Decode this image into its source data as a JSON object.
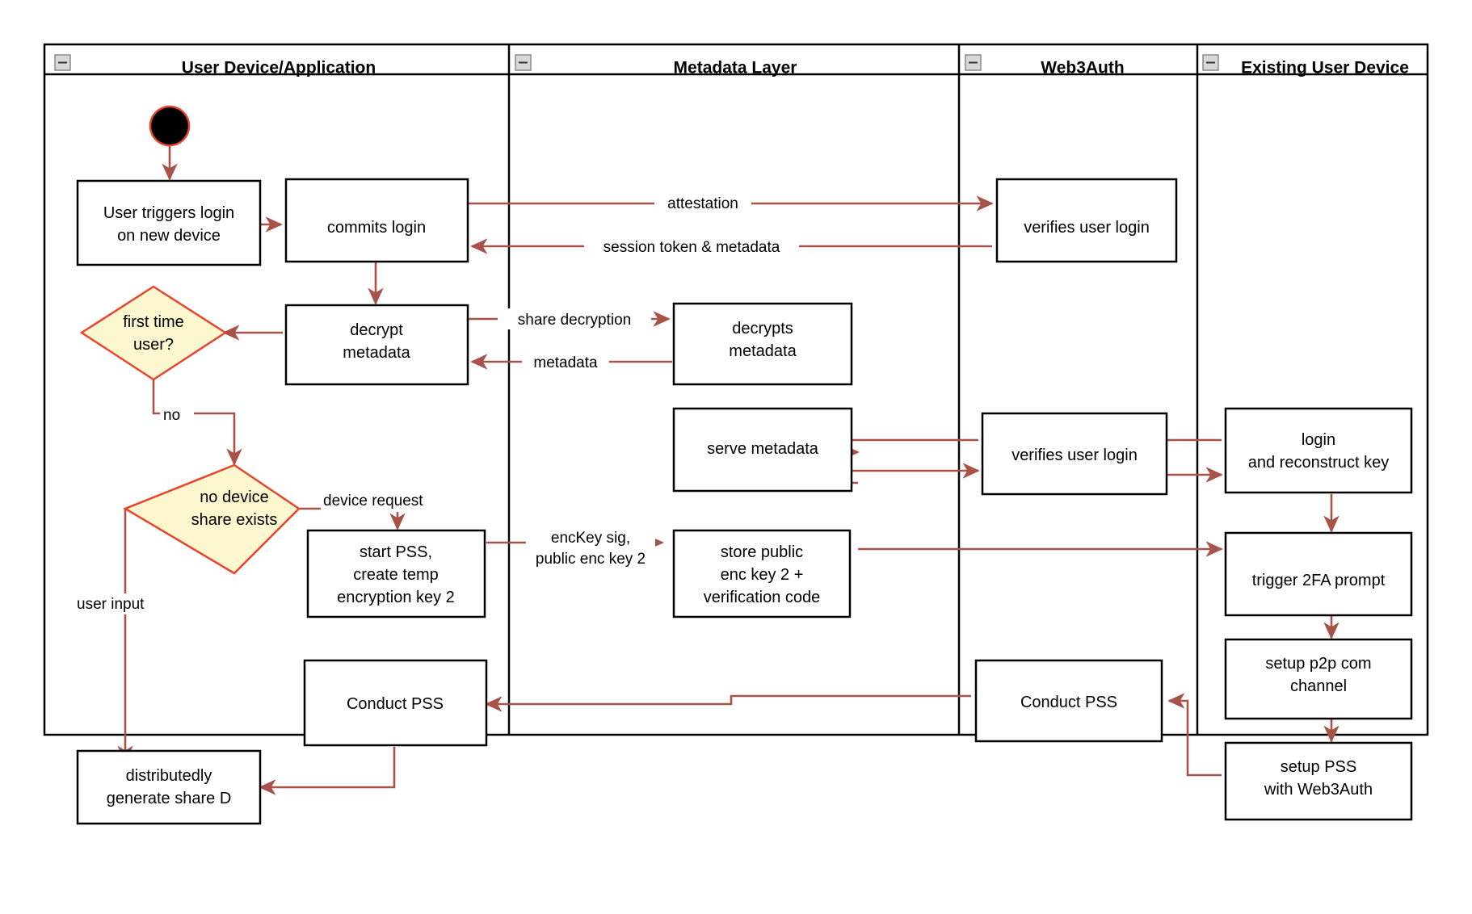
{
  "diagram": {
    "type": "swimlane-activity-diagram",
    "lanes": [
      {
        "id": "user-device",
        "title": "User Device/Application",
        "collapse_icon": "minus-icon"
      },
      {
        "id": "metadata-layer",
        "title": "Metadata Layer",
        "collapse_icon": "minus-icon"
      },
      {
        "id": "web3auth",
        "title": "Web3Auth",
        "collapse_icon": "minus-icon"
      },
      {
        "id": "existing-user-device",
        "title": "Existing User Device",
        "collapse_icon": "minus-icon"
      }
    ],
    "nodes": [
      {
        "id": "start",
        "lane": "user-device",
        "shape": "start-circle",
        "label": ""
      },
      {
        "id": "user-triggers-login",
        "lane": "user-device",
        "shape": "rect",
        "lines": [
          "User triggers login",
          "on new device"
        ]
      },
      {
        "id": "commits-login",
        "lane": "user-device",
        "shape": "rect",
        "lines": [
          "commits login"
        ]
      },
      {
        "id": "decrypt-metadata",
        "lane": "user-device",
        "shape": "rect",
        "lines": [
          "decrypt",
          "metadata"
        ]
      },
      {
        "id": "first-time-user",
        "lane": "user-device",
        "shape": "diamond",
        "lines": [
          "first time",
          "user?"
        ]
      },
      {
        "id": "no-device-share-exists",
        "lane": "user-device",
        "shape": "diamond",
        "lines": [
          "no device",
          "share exists"
        ]
      },
      {
        "id": "start-pss",
        "lane": "user-device",
        "shape": "rect",
        "lines": [
          "start PSS,",
          "create temp",
          "encryption key 2"
        ]
      },
      {
        "id": "conduct-pss-user",
        "lane": "user-device",
        "shape": "rect",
        "lines": [
          "Conduct PSS"
        ]
      },
      {
        "id": "distributedly-generate-share-d",
        "lane": "user-device",
        "shape": "rect",
        "lines": [
          "distributedly",
          "generate share D"
        ]
      },
      {
        "id": "decrypts-metadata",
        "lane": "metadata-layer",
        "shape": "rect",
        "lines": [
          "decrypts",
          "metadata"
        ]
      },
      {
        "id": "serve-metadata",
        "lane": "metadata-layer",
        "shape": "rect",
        "lines": [
          "serve metadata"
        ]
      },
      {
        "id": "store-public-enc-key",
        "lane": "metadata-layer",
        "shape": "rect",
        "lines": [
          "store public",
          "enc key 2 +",
          "verification code"
        ]
      },
      {
        "id": "verifies-user-login-1",
        "lane": "web3auth",
        "shape": "rect",
        "lines": [
          "verifies user login"
        ]
      },
      {
        "id": "verifies-user-login-2",
        "lane": "web3auth",
        "shape": "rect",
        "lines": [
          "verifies user login"
        ]
      },
      {
        "id": "conduct-pss-web3auth",
        "lane": "web3auth",
        "shape": "rect",
        "lines": [
          "Conduct PSS"
        ]
      },
      {
        "id": "login-reconstruct-key",
        "lane": "existing-user-device",
        "shape": "rect",
        "lines": [
          "login",
          "and reconstruct key"
        ]
      },
      {
        "id": "trigger-2fa-prompt",
        "lane": "existing-user-device",
        "shape": "rect",
        "lines": [
          "trigger 2FA prompt"
        ]
      },
      {
        "id": "setup-p2p-com-channel",
        "lane": "existing-user-device",
        "shape": "rect",
        "lines": [
          "setup p2p com",
          "channel"
        ]
      },
      {
        "id": "setup-pss-with-web3auth",
        "lane": "existing-user-device",
        "shape": "rect",
        "lines": [
          "setup PSS",
          "with Web3Auth"
        ]
      }
    ],
    "edge_labels": [
      {
        "id": "attestation",
        "text": "attestation"
      },
      {
        "id": "session-token-metadata",
        "text": "session token & metadata"
      },
      {
        "id": "share-decryption",
        "text": "share decryption"
      },
      {
        "id": "metadata",
        "text": "metadata"
      },
      {
        "id": "no",
        "text": "no"
      },
      {
        "id": "device-request",
        "text": "device request"
      },
      {
        "id": "user-input",
        "text": "user input"
      },
      {
        "id": "enckey-sig-line1",
        "text": "encKey sig,"
      },
      {
        "id": "enckey-sig-line2",
        "text": "public enc key 2"
      }
    ],
    "colors": {
      "flow_arrow": "#a8524a",
      "decision_fill": "#fdf7d0",
      "decision_stroke": "#e8452c",
      "node_stroke": "#000000",
      "node_fill": "#ffffff",
      "start_fill": "#000000"
    }
  }
}
